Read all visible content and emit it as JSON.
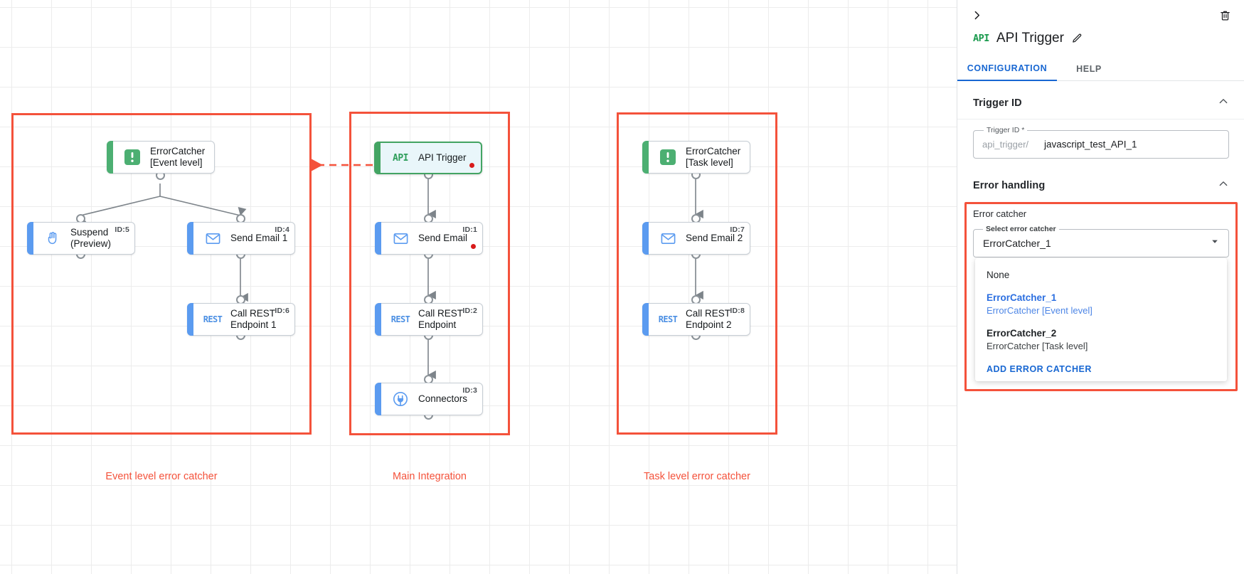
{
  "canvas": {
    "groups": [
      {
        "id": "event-level",
        "label": "Event level error catcher"
      },
      {
        "id": "main-integration",
        "label": "Main Integration"
      },
      {
        "id": "task-level",
        "label": "Task level error catcher"
      }
    ],
    "nodes": [
      {
        "key": "errorcatcher_event",
        "label": "ErrorCatcher\n[Event level]",
        "icon": "alert-icon",
        "id_badge": "",
        "accent": "green",
        "selected": false,
        "red_dot": false
      },
      {
        "key": "suspend",
        "label": "Suspend\n(Preview)",
        "icon": "hand-icon",
        "id_badge": "ID:5",
        "accent": "blue",
        "selected": false,
        "red_dot": false
      },
      {
        "key": "send_email_1",
        "label": "Send Email 1",
        "icon": "envelope-icon",
        "id_badge": "ID:4",
        "accent": "blue",
        "selected": false,
        "red_dot": false
      },
      {
        "key": "call_rest_endpoint_1",
        "label": "Call REST\nEndpoint 1",
        "icon": "rest-icon",
        "id_badge": "ID:6",
        "accent": "blue",
        "selected": false,
        "red_dot": false
      },
      {
        "key": "api_trigger",
        "label": "API Trigger",
        "icon": "api-icon",
        "id_badge": "",
        "accent": "green",
        "selected": true,
        "red_dot": true
      },
      {
        "key": "send_email",
        "label": "Send Email",
        "icon": "envelope-icon",
        "id_badge": "ID:1",
        "accent": "blue",
        "selected": false,
        "red_dot": true
      },
      {
        "key": "call_rest_endpoint",
        "label": "Call REST\nEndpoint",
        "icon": "rest-icon",
        "id_badge": "ID:2",
        "accent": "blue",
        "selected": false,
        "red_dot": false
      },
      {
        "key": "connectors",
        "label": "Connectors",
        "icon": "connector-plug-icon",
        "id_badge": "ID:3",
        "accent": "blue",
        "selected": false,
        "red_dot": false
      },
      {
        "key": "errorcatcher_task",
        "label": "ErrorCatcher\n[Task level]",
        "icon": "alert-icon",
        "id_badge": "",
        "accent": "green",
        "selected": false,
        "red_dot": false
      },
      {
        "key": "send_email_2",
        "label": "Send Email 2",
        "icon": "envelope-icon",
        "id_badge": "ID:7",
        "accent": "blue",
        "selected": false,
        "red_dot": false
      },
      {
        "key": "call_rest_endpoint_2",
        "label": "Call REST\nEndpoint 2",
        "icon": "rest-icon",
        "id_badge": "ID:8",
        "accent": "blue",
        "selected": false,
        "red_dot": false
      }
    ]
  },
  "panel": {
    "collapse_icon": "chevron-right-icon",
    "delete_icon": "trash-icon",
    "type_icon_text": "API",
    "title": "API Trigger",
    "edit_icon": "pencil-icon",
    "tabs": [
      {
        "label": "CONFIGURATION",
        "active": true
      },
      {
        "label": "HELP",
        "active": false
      }
    ],
    "trigger_id_section": {
      "title": "Trigger ID",
      "caret_icon": "chevron-up-icon",
      "field_legend": "Trigger ID *",
      "field_prefix": "api_trigger/",
      "field_value": "javascript_test_API_1"
    },
    "error_handling_section": {
      "title": "Error handling",
      "caret_icon": "chevron-up-icon",
      "caption": "Error catcher",
      "select_legend": "Select error catcher",
      "select_value": "ErrorCatcher_1",
      "dropdown_caret_icon": "chevron-down-icon",
      "options": [
        {
          "primary": "None",
          "secondary": "",
          "selected": false
        },
        {
          "primary": "ErrorCatcher_1",
          "secondary": "ErrorCatcher [Event level]",
          "selected": true
        },
        {
          "primary": "ErrorCatcher_2",
          "secondary": "ErrorCatcher [Task level]",
          "selected": false
        }
      ],
      "add_action_label": "ADD ERROR CATCHER"
    }
  },
  "colors": {
    "group_red": "#f4523b",
    "accent_blue": "#5b9bf0",
    "accent_green": "#4caf72",
    "link_blue": "#1867d2",
    "status_dot_red": "#d81b1b"
  }
}
